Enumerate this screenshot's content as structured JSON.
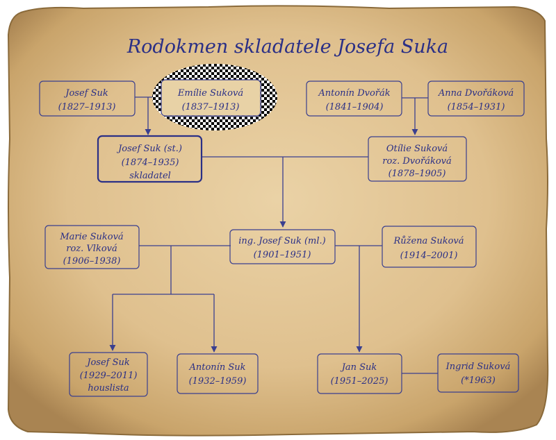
{
  "title": "Rodokmen skladatele Josefa Suka",
  "people": {
    "josef_suk_1827": {
      "line1": "Josef Suk",
      "line2": "(1827–1913)"
    },
    "emilie_sukova": {
      "line1": "Emílie Suková",
      "line2": "(1837–1913)"
    },
    "antonin_dvorak": {
      "line1": "Antonín Dvořák",
      "line2": "(1841–1904)"
    },
    "anna_dvorakova": {
      "line1": "Anna Dvořáková",
      "line2": "(1854–1931)"
    },
    "josef_suk_st": {
      "line1": "Josef Suk (st.)",
      "line2": "(1874–1935)",
      "line3": "skladatel"
    },
    "otilie_sukova": {
      "line1": "Otílie Suková",
      "line2": "roz. Dvořáková",
      "line3": "(1878–1905)"
    },
    "marie_sukova": {
      "line1": "Marie Suková",
      "line2": "roz. Vlková",
      "line3": "(1906–1938)"
    },
    "josef_suk_ml": {
      "line1": "ing. Josef Suk (ml.)",
      "line2": "(1901–1951)"
    },
    "ruzena_sukova": {
      "line1": "Růžena Suková",
      "line2": "(1914–2001)"
    },
    "josef_suk_1929": {
      "line1": "Josef Suk",
      "line2": "(1929–2011)",
      "line3": "houslista"
    },
    "antonin_suk": {
      "line1": "Antonín Suk",
      "line2": "(1932–1959)"
    },
    "jan_suk": {
      "line1": "Jan Suk",
      "line2": "(1951–2025)"
    },
    "ingrid_sukova": {
      "line1": "Ingrid Suková",
      "line2": "(*1963)"
    }
  },
  "colors": {
    "ink": "#2a2f86",
    "paper": "#e2c89a",
    "paper_edge": "#8a6a3a"
  }
}
